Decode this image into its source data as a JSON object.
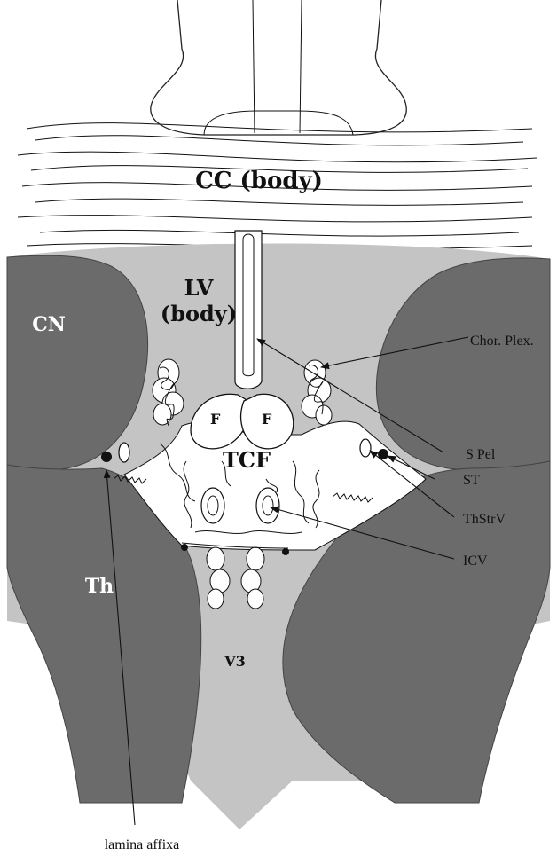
{
  "labels": {
    "cc": "CC (body)",
    "lv_line1": "LV",
    "lv_line2": "(body)",
    "cn": "CN",
    "th": "Th",
    "tcf": "TCF",
    "fornix_left": "F",
    "fornix_right": "F",
    "v3": "V3",
    "chor_plex": "Chor. Plex.",
    "s_pel": "S Pel",
    "st": "ST",
    "thstrv": "ThStrV",
    "icv": "ICV",
    "lamina_affixa": "lamina affixa"
  },
  "colors": {
    "dark_gray": "#6b6b6b",
    "light_gray": "#c4c4c4",
    "white": "#ffffff",
    "line": "#111111"
  }
}
